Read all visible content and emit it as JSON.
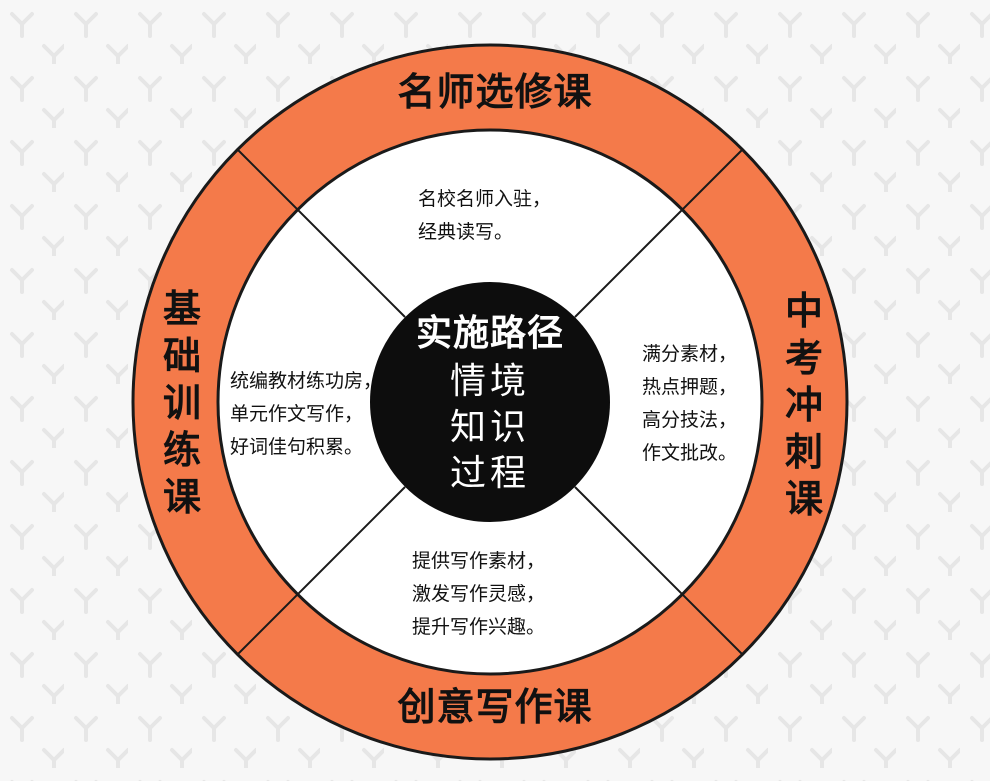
{
  "colors": {
    "ring": "#f47a4a",
    "center": "#0d0d0d",
    "inner": "#ffffff",
    "background": "#f7f7f7",
    "line": "#1a1a1a"
  },
  "ring_labels": {
    "top": "名师选修课",
    "right": "中考冲刺课",
    "bottom": "创意写作课",
    "left": "基础训练课"
  },
  "inner_texts": {
    "top": [
      "名校名师入驻，",
      "经典读写。"
    ],
    "right": [
      "满分素材，",
      "热点押题，",
      "高分技法，",
      "作文批改。"
    ],
    "bottom": [
      "提供写作素材，",
      "激发写作灵感，",
      "提升写作兴趣。"
    ],
    "left": [
      "统编教材练功房，",
      "单元作文写作，",
      "好词佳句积累。"
    ]
  },
  "center": {
    "title": "实施路径",
    "lines": [
      "情境",
      "知识",
      "过程"
    ]
  }
}
